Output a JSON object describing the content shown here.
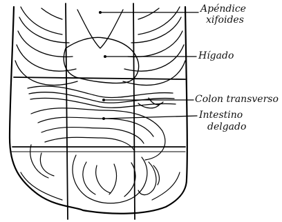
{
  "labels": {
    "apendice_line1": "Apéndice",
    "apendice_line2": "xifoides",
    "higado": "Hígado",
    "colon": "Colon transverso",
    "intestino_line1": "Intestino",
    "intestino_line2": "delgado"
  },
  "colors": {
    "ink": "#000000",
    "paper": "#ffffff"
  }
}
